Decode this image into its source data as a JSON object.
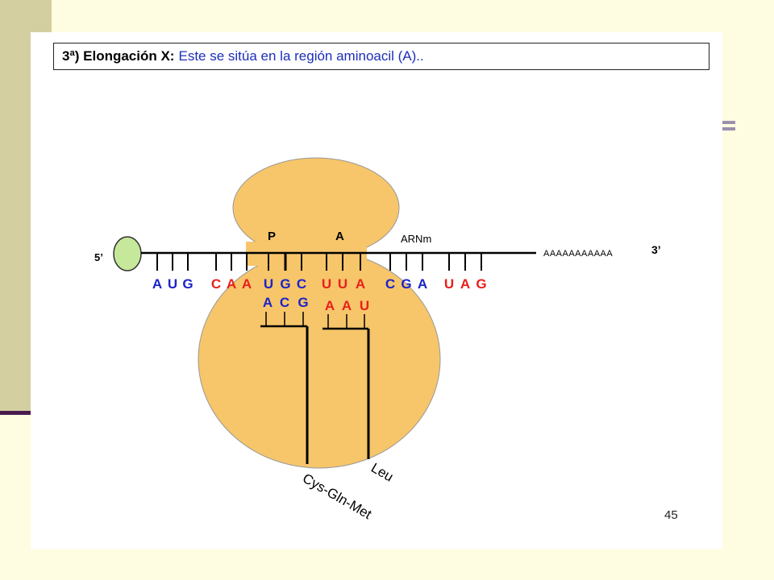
{
  "title": {
    "bold": "3ª) Elongación X:",
    "rest": "Este se sitúa en la región aminoacil (A).."
  },
  "labels": {
    "five_prime": "5’",
    "three_prime": "3’",
    "site_p": "P",
    "site_a": "A",
    "mrna": "ARNm",
    "poly_a": "AAAAAAAAAAA",
    "chain": "Cys-Gln-Met",
    "leu": "Leu",
    "page_number": "45"
  },
  "mrna_codons": [
    {
      "bases": [
        "A",
        "U",
        "G"
      ],
      "color": "blue"
    },
    {
      "bases": [
        "C",
        "A",
        "A"
      ],
      "color": "red"
    },
    {
      "bases": [
        "U",
        "G",
        "C"
      ],
      "color": "blue"
    },
    {
      "bases": [
        "U",
        "U",
        "A"
      ],
      "color": "red"
    },
    {
      "bases": [
        "C",
        "G",
        "A"
      ],
      "color": "blue"
    },
    {
      "bases": [
        "U",
        "A",
        "G"
      ],
      "color": "red"
    }
  ],
  "anticodons": [
    {
      "bases": [
        "A",
        "C",
        "G"
      ],
      "color": "blue"
    },
    {
      "bases": [
        "A",
        "A",
        "U"
      ],
      "color": "red"
    }
  ],
  "colors": {
    "blue": "#1A24C8",
    "red": "#E8201A",
    "ribosome": "#F7C56A",
    "cap": "#C6E89A"
  }
}
